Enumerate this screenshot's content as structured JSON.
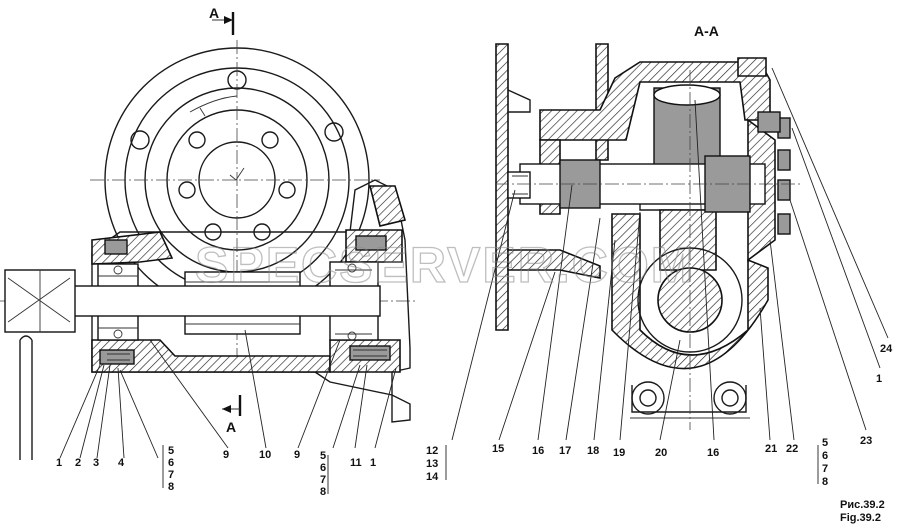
{
  "section_marks": {
    "cut_top": "A",
    "cut_bottom": "A",
    "section_title": "A-A"
  },
  "left_view": {
    "callouts": [
      "1",
      "2",
      "3",
      "4",
      "9",
      "10",
      "9",
      "11",
      "1"
    ],
    "group_a": [
      "5",
      "6",
      "7",
      "8"
    ],
    "group_b": [
      "5",
      "6",
      "7",
      "8"
    ]
  },
  "right_view": {
    "callouts": [
      "15",
      "16",
      "17",
      "18",
      "19",
      "20",
      "16",
      "21",
      "22",
      "23",
      "24",
      "1"
    ],
    "group_c": [
      "12",
      "13",
      "14"
    ],
    "group_d": [
      "5",
      "6",
      "7",
      "8"
    ]
  },
  "caption": {
    "ru": "Рис.39.2",
    "en": "Fig.39.2"
  },
  "watermark": "SPECSERVER.COM"
}
